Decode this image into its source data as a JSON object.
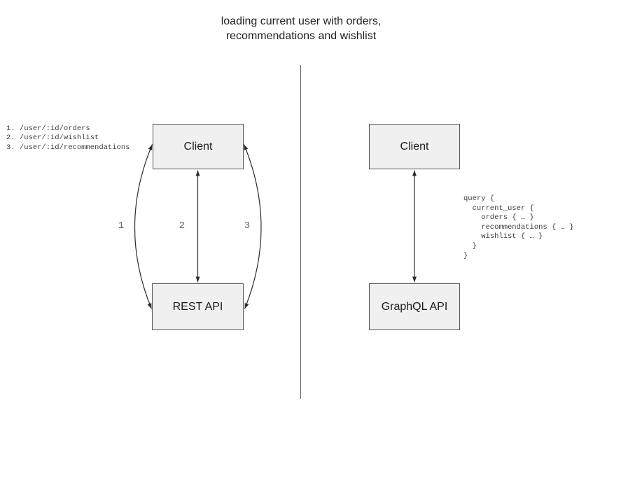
{
  "title": {
    "line1": "loading current user with orders,",
    "line2": "recommendations and wishlist"
  },
  "left_panel": {
    "endpoints": [
      "1. /user/:id/orders",
      "2. /user/:id/wishlist",
      "3. /user/:id/recommendations"
    ],
    "client_box_label": "Client",
    "api_box_label": "REST API",
    "arrow_labels": {
      "arrow1": "1",
      "arrow2": "2",
      "arrow3": "3"
    }
  },
  "right_panel": {
    "client_box_label": "Client",
    "api_box_label": "GraphQL API",
    "query_lines": [
      "query {",
      "  current_user {",
      "    orders { … }",
      "    recommendations { … }",
      "    wishlist { … }",
      "  }",
      "}"
    ]
  },
  "colors": {
    "box_fill": "#f0f0f0",
    "box_border": "#555555",
    "arrow": "#2b2b2b",
    "divider": "#5f5f5f",
    "title_text": "#1f1f1f",
    "code_text": "#3d3d3d",
    "number_text": "#666666"
  }
}
